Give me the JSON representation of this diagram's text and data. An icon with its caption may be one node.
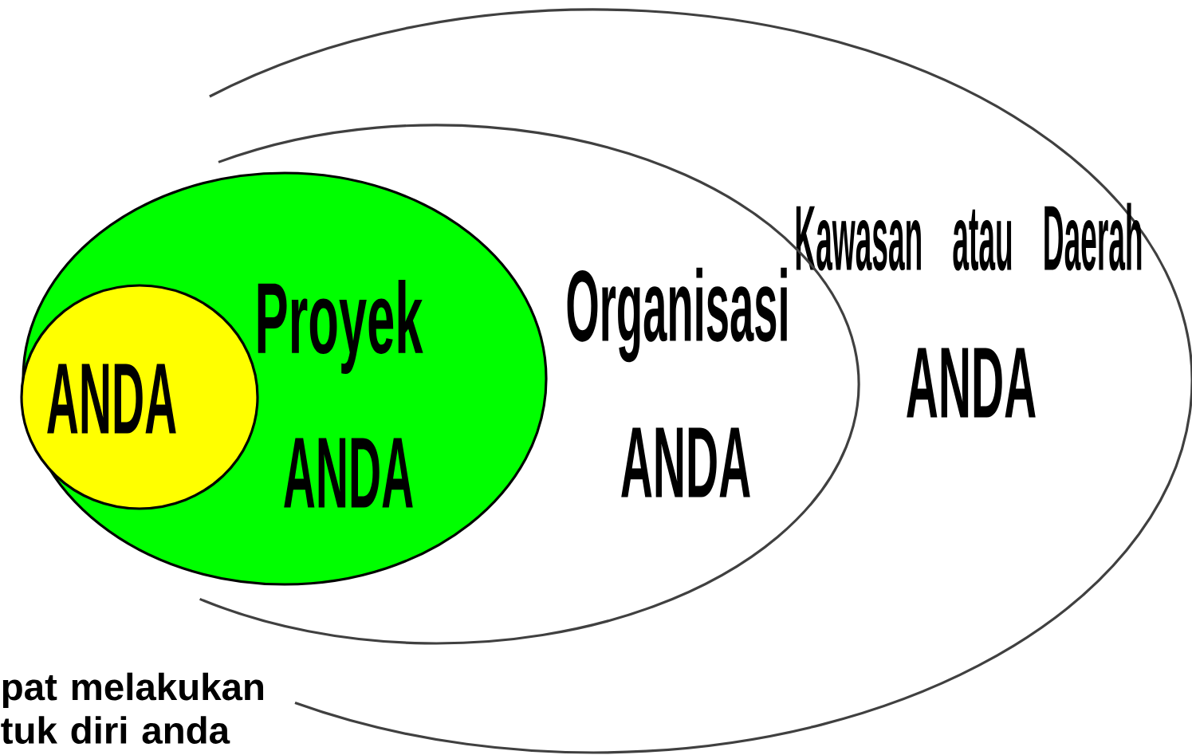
{
  "diagram": {
    "nodes": [
      {
        "text": [
          "Kawasan atau Daerah",
          "ANDA"
        ]
      },
      {
        "text": [
          "Organisasi",
          "ANDA"
        ],
        "in": 0
      },
      {
        "text": [
          "Proyek",
          "ANDA"
        ]
      },
      {
        "text": [
          "ANDA"
        ],
        "in": 2
      }
    ],
    "labels": [
      "pat melakukan tuk diri anda"
    ]
  }
}
